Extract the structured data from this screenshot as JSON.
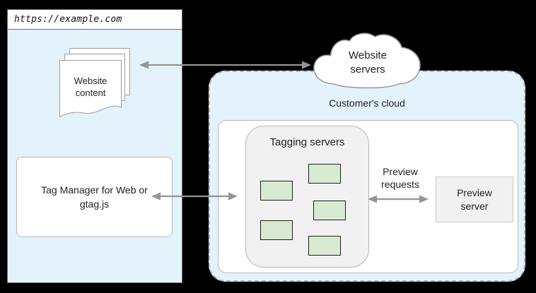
{
  "colors": {
    "background": "#000000",
    "panel_blue": "#e4f2fc",
    "panel_gray": "#f1f1f1",
    "server_green": "#d9ead3",
    "arrow_gray": "#949494",
    "border_gray": "#b7b7b7",
    "text": "#202124"
  },
  "browser": {
    "url": "https://example.com",
    "content_stack_label": "Website content",
    "tag_manager_label": "Tag Manager for Web or gtag.js"
  },
  "website_servers": {
    "label": "Website servers"
  },
  "customer_cloud": {
    "label": "Customer's cloud",
    "tagging": {
      "title": "Tagging servers",
      "server_count": 5
    },
    "preview": {
      "requests_label": "Preview requests",
      "server_label": "Preview server"
    }
  }
}
